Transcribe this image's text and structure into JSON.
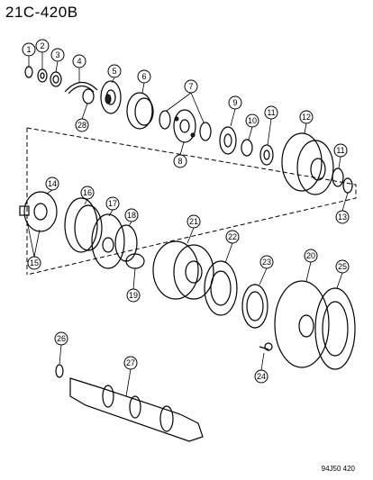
{
  "header": {
    "code": "21C-420B"
  },
  "footer": {
    "code": "94J50 420"
  },
  "callouts": [
    "1",
    "2",
    "3",
    "4",
    "5",
    "6",
    "7",
    "8",
    "9",
    "10",
    "11",
    "12",
    "11",
    "13",
    "14",
    "16",
    "17",
    "18",
    "15",
    "21",
    "22",
    "23",
    "20",
    "25",
    "19",
    "26",
    "27",
    "24",
    "28"
  ]
}
